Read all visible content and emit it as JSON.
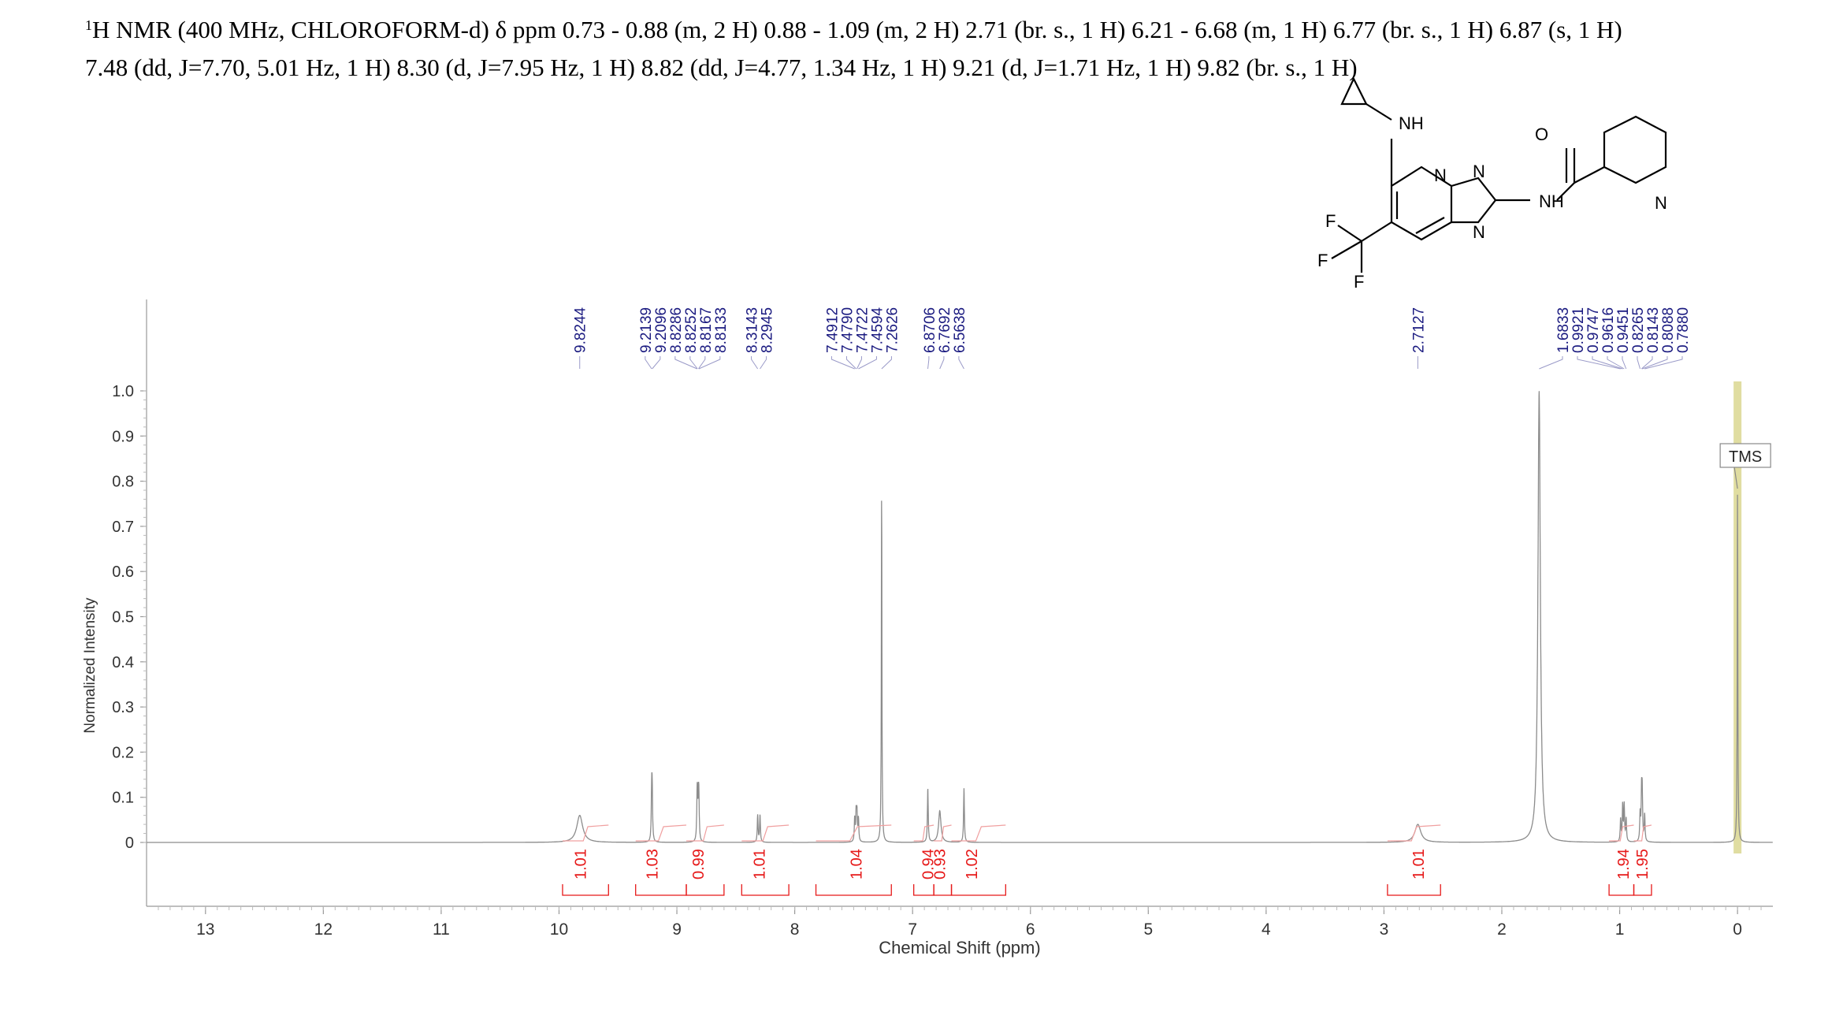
{
  "header": {
    "line1_prefix": "1",
    "line1": "H NMR (400 MHz, CHLOROFORM-d) δ ppm 0.73 - 0.88 (m, 2 H) 0.88 - 1.09 (m, 2 H) 2.71 (br. s., 1 H) 6.21 - 6.68 (m, 1 H) 6.77 (br. s., 1 H) 6.87 (s, 1 H)",
    "line2": "7.48 (dd, J=7.70, 5.01 Hz, 1 H) 8.30 (d, J=7.95 Hz, 1 H) 8.82 (dd, J=4.77, 1.34 Hz, 1 H) 9.21 (d, J=1.71 Hz, 1 H) 9.82 (br. s., 1 H)"
  },
  "structure": {
    "labels": [
      "NH",
      "O",
      "N",
      "N",
      "N",
      "NH",
      "N",
      "F",
      "F",
      "F"
    ]
  },
  "chart_data": {
    "type": "line",
    "xlabel": "Chemical Shift (ppm)",
    "ylabel": "Normalized Intensity",
    "xlim": [
      13.5,
      -0.3
    ],
    "ylim": [
      0,
      1.0
    ],
    "x_ticks": [
      13,
      12,
      11,
      10,
      9,
      8,
      7,
      6,
      5,
      4,
      3,
      2,
      1,
      0
    ],
    "y_ticks": [
      {
        "value": 1.0,
        "label": "1.0"
      },
      {
        "value": 0.9,
        "label": "0.9"
      },
      {
        "value": 0.8,
        "label": "0.8"
      },
      {
        "value": 0.7,
        "label": "0.7"
      },
      {
        "value": 0.6,
        "label": "0.6"
      },
      {
        "value": 0.5,
        "label": "0.5"
      },
      {
        "value": 0.4,
        "label": "0.4"
      },
      {
        "value": 0.3,
        "label": "0.3"
      },
      {
        "value": 0.2,
        "label": "0.2"
      },
      {
        "value": 0.1,
        "label": "0.1"
      },
      {
        "value": 0,
        "label": "0"
      }
    ],
    "peaks": [
      {
        "ppm": 9.8244,
        "height": 0.06,
        "width": 0.03
      },
      {
        "ppm": 9.2139,
        "height": 0.1,
        "width": 0.004
      },
      {
        "ppm": 9.2096,
        "height": 0.1,
        "width": 0.004
      },
      {
        "ppm": 8.8286,
        "height": 0.07,
        "width": 0.004
      },
      {
        "ppm": 8.8252,
        "height": 0.07,
        "width": 0.004
      },
      {
        "ppm": 8.8167,
        "height": 0.07,
        "width": 0.004
      },
      {
        "ppm": 8.8133,
        "height": 0.07,
        "width": 0.004
      },
      {
        "ppm": 8.3143,
        "height": 0.06,
        "width": 0.004
      },
      {
        "ppm": 8.2945,
        "height": 0.06,
        "width": 0.004
      },
      {
        "ppm": 7.4912,
        "height": 0.05,
        "width": 0.004
      },
      {
        "ppm": 7.479,
        "height": 0.06,
        "width": 0.004
      },
      {
        "ppm": 7.4722,
        "height": 0.06,
        "width": 0.004
      },
      {
        "ppm": 7.4594,
        "height": 0.05,
        "width": 0.004
      },
      {
        "ppm": 7.2626,
        "height": 0.77,
        "width": 0.003
      },
      {
        "ppm": 6.8706,
        "height": 0.12,
        "width": 0.004
      },
      {
        "ppm": 6.7692,
        "height": 0.07,
        "width": 0.012
      },
      {
        "ppm": 6.5638,
        "height": 0.12,
        "width": 0.004
      },
      {
        "ppm": 2.7127,
        "height": 0.04,
        "width": 0.03
      },
      {
        "ppm": 1.6833,
        "height": 1.0,
        "width": 0.012
      },
      {
        "ppm": 0.9921,
        "height": 0.05,
        "width": 0.004
      },
      {
        "ppm": 0.9747,
        "height": 0.08,
        "width": 0.004
      },
      {
        "ppm": 0.9616,
        "height": 0.08,
        "width": 0.004
      },
      {
        "ppm": 0.9451,
        "height": 0.05,
        "width": 0.004
      },
      {
        "ppm": 0.8265,
        "height": 0.06,
        "width": 0.004
      },
      {
        "ppm": 0.8143,
        "height": 0.1,
        "width": 0.004
      },
      {
        "ppm": 0.8088,
        "height": 0.1,
        "width": 0.004
      },
      {
        "ppm": 0.788,
        "height": 0.06,
        "width": 0.004
      },
      {
        "ppm": 0.0,
        "height": 0.77,
        "width": 0.003
      }
    ],
    "peak_labels": [
      "9.8244",
      "9.2139",
      "9.2096",
      "8.8286",
      "8.8252",
      "8.8167",
      "8.8133",
      "8.3143",
      "8.2945",
      "7.4912",
      "7.4790",
      "7.4722",
      "7.4594",
      "7.2626",
      "6.8706",
      "6.7692",
      "6.5638",
      "2.7127",
      "1.6833",
      "0.9921",
      "0.9747",
      "0.9616",
      "0.9451",
      "0.8265",
      "0.8143",
      "0.8088",
      "0.7880"
    ],
    "integrals": [
      {
        "from": 9.97,
        "to": 9.58,
        "value": "1.01",
        "center": 9.82
      },
      {
        "from": 9.35,
        "to": 8.92,
        "value": "1.03",
        "center": 9.21
      },
      {
        "from": 8.92,
        "to": 8.6,
        "value": "0.99",
        "center": 8.82
      },
      {
        "from": 8.45,
        "to": 8.05,
        "value": "1.01",
        "center": 8.3
      },
      {
        "from": 7.82,
        "to": 7.18,
        "value": "1.04",
        "center": 7.48
      },
      {
        "from": 6.99,
        "to": 6.82,
        "value": "0.94",
        "center": 6.87
      },
      {
        "from": 6.82,
        "to": 6.67,
        "value": "0.93",
        "center": 6.77
      },
      {
        "from": 6.67,
        "to": 6.21,
        "value": "1.02",
        "center": 6.5
      },
      {
        "from": 2.97,
        "to": 2.52,
        "value": "1.01",
        "center": 2.71
      },
      {
        "from": 1.09,
        "to": 0.88,
        "value": "1.94",
        "center": 0.97
      },
      {
        "from": 0.88,
        "to": 0.73,
        "value": "1.95",
        "center": 0.81
      }
    ],
    "annotation": {
      "text": "TMS",
      "ppm": 0.0
    },
    "colors": {
      "spectrum": "#8c8c8c",
      "peak_labels": "#1a1a80",
      "integrals": "#e61919",
      "tms_band": "#d8d48a"
    }
  }
}
